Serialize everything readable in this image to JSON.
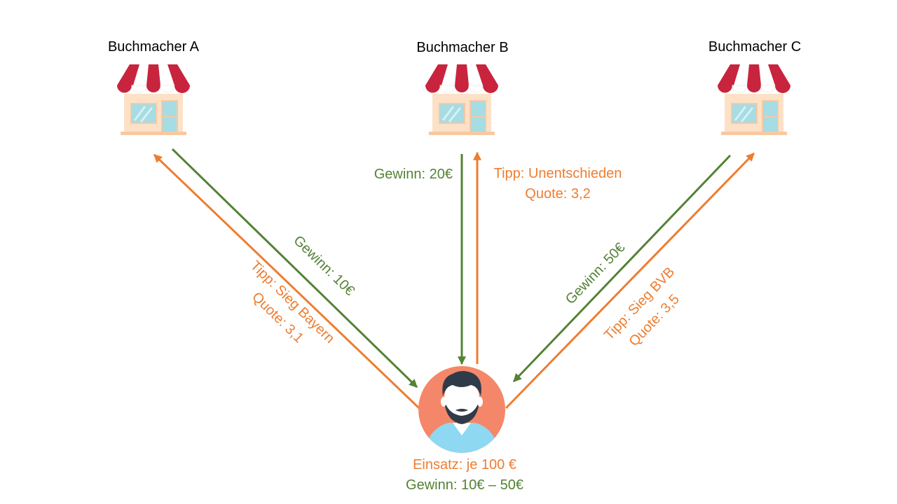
{
  "bookmakers": [
    {
      "name": "Buchmacher A",
      "win_label": "Gewinn: 10€",
      "tip_label": "Tipp: Sieg Bayern",
      "odds_label": "Quote: 3,1"
    },
    {
      "name": "Buchmacher B",
      "win_label": "Gewinn: 20€",
      "tip_label": "Tipp: Unentschieden",
      "odds_label": "Quote: 3,2"
    },
    {
      "name": "Buchmacher C",
      "win_label": "Gewinn: 50€",
      "tip_label": "Tipp: Sieg BVB",
      "odds_label": "Quote: 3,5"
    }
  ],
  "bettor": {
    "stake_label": "Einsatz: je 100 €",
    "total_win_label": "Gewinn: 10€ – 50€"
  },
  "icons": {
    "shop": "shop-icon",
    "person": "person-avatar-icon"
  },
  "colors": {
    "win": "#548235",
    "tip": "#ed7d31",
    "avatar_bg": "#f4876a",
    "awning_red": "#c8243e"
  }
}
